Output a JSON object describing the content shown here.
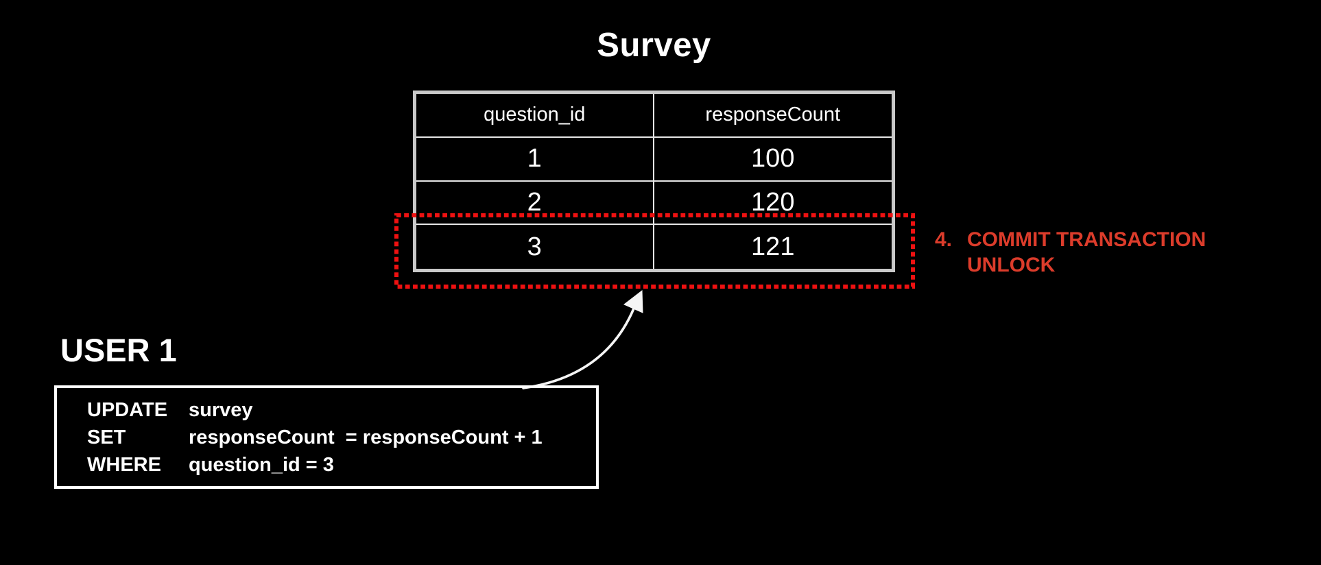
{
  "diagram": {
    "title": "Survey",
    "table": {
      "columns": [
        "question_id",
        "responseCount"
      ],
      "rows": [
        [
          "1",
          "100"
        ],
        [
          "2",
          "120"
        ],
        [
          "3",
          "121"
        ]
      ]
    },
    "annotation": {
      "number": "4.",
      "line1": "COMMIT TRANSACTION",
      "line2": "UNLOCK",
      "text_color": "#dc3c2b"
    },
    "highlight": {
      "style": "dotted-rectangle",
      "color": "#ee1111",
      "around_row": "question_id = 3"
    },
    "user_label": "USER 1",
    "sql": {
      "lines": [
        {
          "keyword": "UPDATE",
          "rest": "survey"
        },
        {
          "keyword": "SET",
          "rest": "responseCount  = responseCount + 1"
        },
        {
          "keyword": "WHERE",
          "rest": "question_id = 3"
        }
      ]
    }
  }
}
